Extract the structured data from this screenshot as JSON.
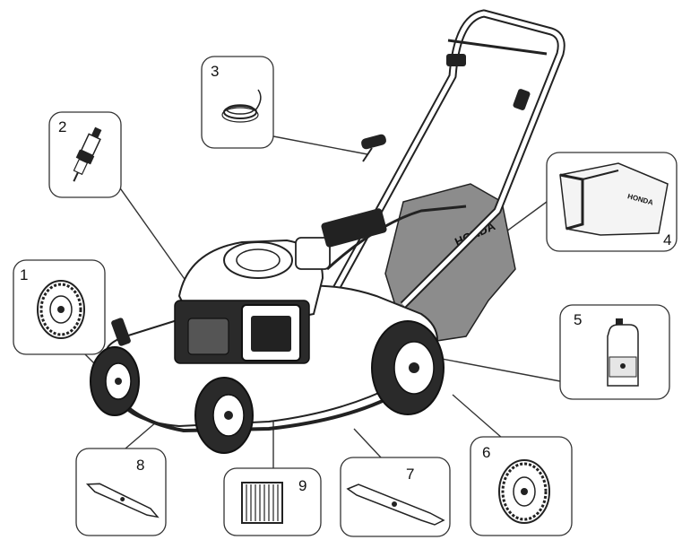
{
  "diagram": {
    "brand_label": "HONDA",
    "bag_brand_label": "HONDA",
    "callouts": [
      {
        "number": "1",
        "part_icon": "rear-wheel-icon"
      },
      {
        "number": "2",
        "part_icon": "spark-plug-icon"
      },
      {
        "number": "3",
        "part_icon": "starter-cord-icon"
      },
      {
        "number": "4",
        "part_icon": "grass-bag-icon"
      },
      {
        "number": "5",
        "part_icon": "oil-bottle-icon"
      },
      {
        "number": "6",
        "part_icon": "wheel-icon"
      },
      {
        "number": "7",
        "part_icon": "blade-icon"
      },
      {
        "number": "8",
        "part_icon": "blade-icon"
      },
      {
        "number": "9",
        "part_icon": "air-filter-icon"
      }
    ]
  }
}
